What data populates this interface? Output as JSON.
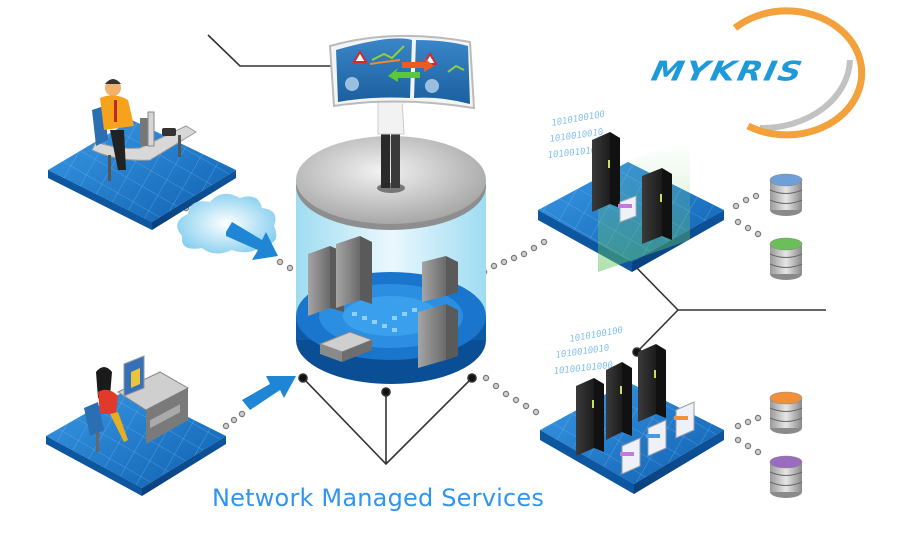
{
  "diagram": {
    "title": "Network Managed Services",
    "logo": {
      "text": "MYKRIS",
      "colors": {
        "text": "#1e9ad8",
        "ring_orange": "#f2a13b",
        "ring_gray": "#b8b8b8"
      }
    },
    "nodes": [
      {
        "id": "support-agent",
        "label": "Support agent workstation",
        "icon": "headset-agent-icon"
      },
      {
        "id": "cloud",
        "label": "Cloud",
        "icon": "cloud-icon"
      },
      {
        "id": "office-user",
        "label": "Office user workstation",
        "icon": "office-worker-icon"
      },
      {
        "id": "noc",
        "label": "Network operations center",
        "icon": "monitoring-dashboard-icon"
      },
      {
        "id": "datacenter-hub",
        "label": "Managed data center hub",
        "icon": "server-cylinder-icon"
      },
      {
        "id": "server-cluster-a",
        "label": "Server cluster A",
        "icon": "server-racks-icon"
      },
      {
        "id": "server-cluster-b",
        "label": "Server cluster B",
        "icon": "server-racks-icon"
      },
      {
        "id": "db-blue",
        "label": "Database",
        "icon": "database-icon",
        "color": "#6f9fd8"
      },
      {
        "id": "db-green",
        "label": "Database",
        "icon": "database-icon",
        "color": "#6abf5a"
      },
      {
        "id": "db-orange",
        "label": "Database",
        "icon": "database-icon",
        "color": "#f0913a"
      },
      {
        "id": "db-purple",
        "label": "Database",
        "icon": "database-icon",
        "color": "#9a6cbf"
      }
    ],
    "binary_text": [
      "1010100100",
      "1010010010",
      "10100101000"
    ],
    "colors": {
      "platform_blue": "#1673c6",
      "platform_blue_light": "#3a9ae6",
      "cylinder_glass": "#bfe8f6",
      "connector_dots": "#8a8a8a",
      "arrow_blue": "#1f86d6",
      "caption_blue": "#2f95f0"
    }
  }
}
